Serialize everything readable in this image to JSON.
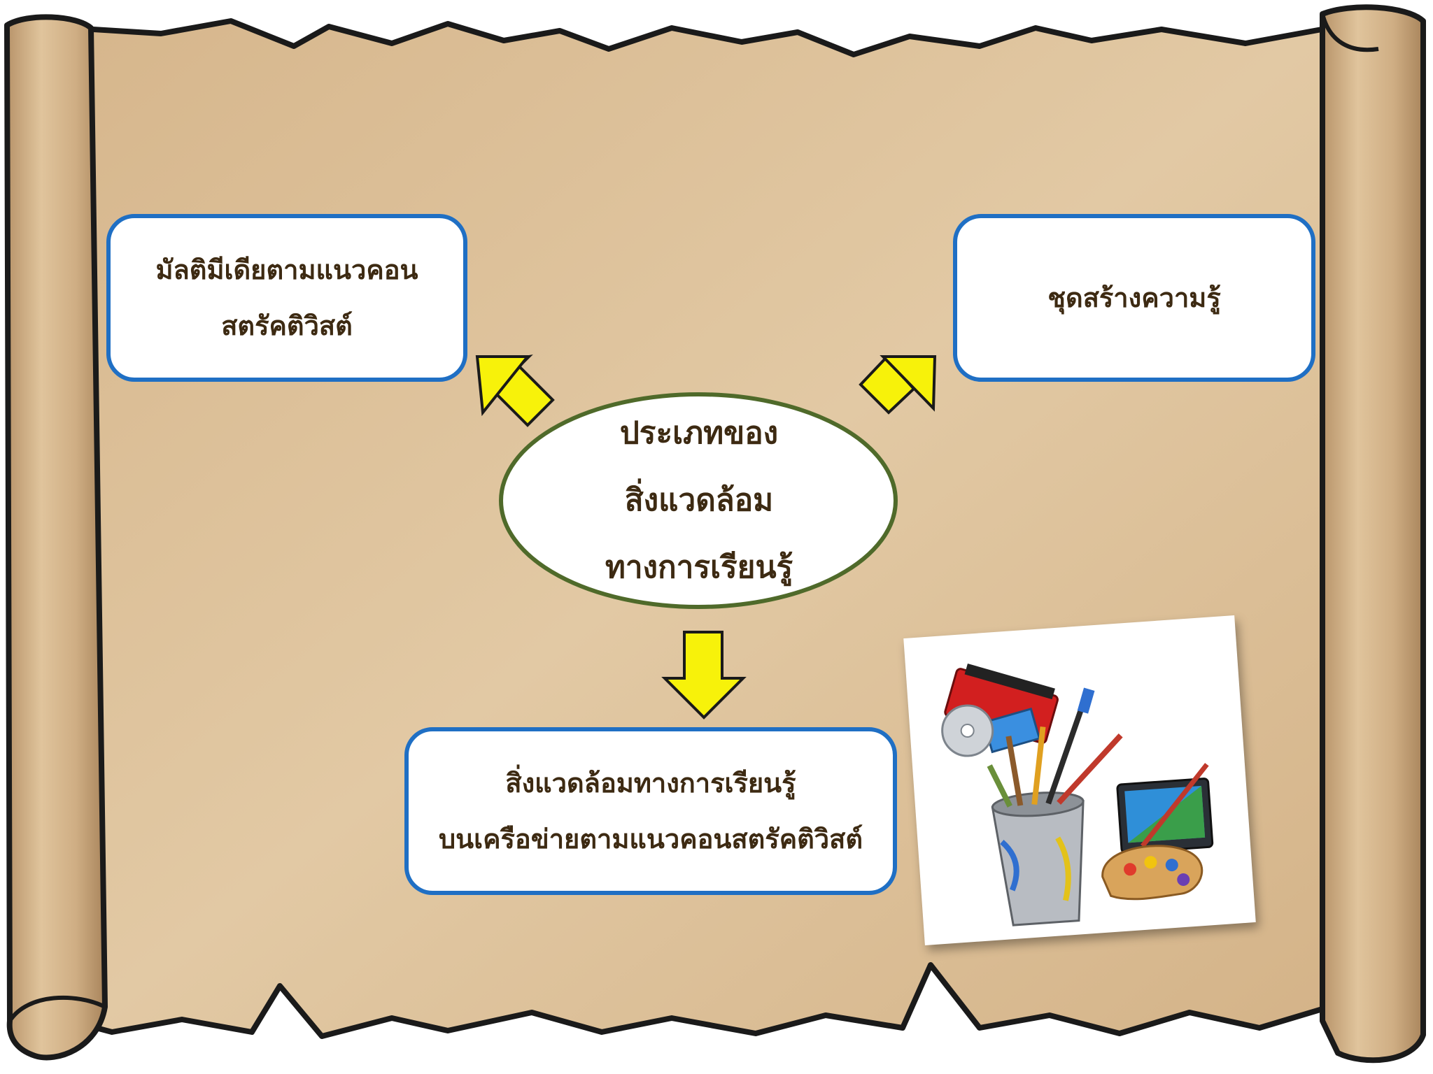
{
  "diagram": {
    "center": {
      "line1": "ประเภทของ",
      "line2": "สิ่งแวดล้อม",
      "line3": "ทางการเรียนรู้"
    },
    "left_box": {
      "line1": "มัลติมีเดียตามแนวคอน",
      "line2": "สตรัคติวิสต์"
    },
    "right_box": {
      "line1": "ชุดสร้างความรู้"
    },
    "bottom_box": {
      "line1": "สิ่งแวดล้อมทางการเรียนรู้",
      "line2": "บนเครือข่ายตามแนวคอนสตรัคติวิสต์"
    }
  },
  "colors": {
    "parchment": "#d9b990",
    "parchment_light": "#e6cfac",
    "outline": "#1a1a1a",
    "box_border": "#1f6fc4",
    "ellipse_border": "#4f6a2a",
    "arrow_fill": "#f7f20a",
    "text": "#3d2a12"
  },
  "icons": [
    "film-reel-icon",
    "cd-icon",
    "paint-bucket-icon",
    "brushes-icon",
    "computer-monitor-icon",
    "paint-palette-icon"
  ]
}
